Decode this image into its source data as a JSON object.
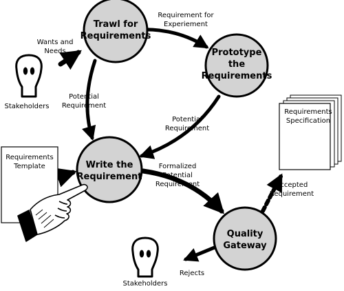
{
  "nodes": {
    "trawl": [
      "Trawl for",
      "Requirements"
    ],
    "prototype": [
      "Prototype",
      "the",
      "Requirements"
    ],
    "write": [
      "Write the",
      "Requirement"
    ],
    "quality": [
      "Quality",
      "Gateway"
    ]
  },
  "edges": {
    "wants_needs": [
      "Wants and",
      "Needs"
    ],
    "req_experiment": [
      "Requirement for",
      "Experiement"
    ],
    "potential_left": [
      "Potential",
      "Requirement"
    ],
    "potential_right": [
      "Potential",
      "Requirement"
    ],
    "formalized": [
      "Formalized",
      "Potential",
      "Requirement"
    ],
    "accepted": [
      "Accepted",
      "Requirement"
    ],
    "rejects": [
      "Rejects"
    ]
  },
  "documents": {
    "template": [
      "Requirements",
      "Template"
    ],
    "specification": [
      "Requirements",
      "Specification"
    ]
  },
  "actors": {
    "top": "Stakeholders",
    "bottom": "Stakeholders"
  },
  "colors": {
    "node_fill": "#d3d3d3",
    "stroke": "#000000",
    "page_fill": "#ffffff"
  }
}
